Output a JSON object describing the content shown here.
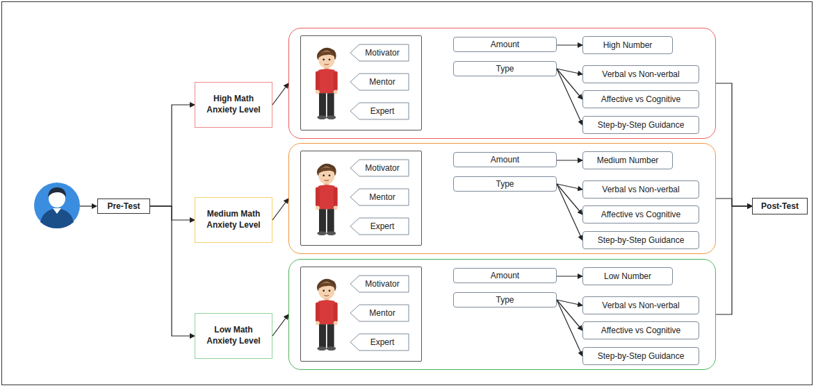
{
  "diagram": {
    "nodes": [
      {
        "text": [
          "Pre-Test"
        ]
      },
      {
        "text": [
          "High Math Anxiety Level"
        ]
      },
      {
        "text": []
      },
      {
        "text": [],
        "in": 2
      },
      {
        "text": [
          "Motivator"
        ],
        "in": 3
      },
      {
        "text": [
          "Mentor"
        ],
        "in": 3
      },
      {
        "text": [
          "Expert"
        ],
        "in": 3
      },
      {
        "text": [
          "Amount"
        ],
        "in": 2
      },
      {
        "text": [
          "High Number"
        ],
        "in": 2
      },
      {
        "text": [
          "Type"
        ],
        "in": 2
      },
      {
        "text": [
          "Verbal vs Non-verbal"
        ],
        "in": 2
      },
      {
        "text": [
          "Affective vs Cognitive"
        ],
        "in": 2
      },
      {
        "text": [
          "Step-by-Step Guidance"
        ],
        "in": 2
      },
      {
        "text": [
          "Medium Math Anxiety Level"
        ]
      },
      {
        "text": []
      },
      {
        "text": [],
        "in": 14
      },
      {
        "text": [
          "Motivator"
        ],
        "in": 15
      },
      {
        "text": [
          "Mentor"
        ],
        "in": 15
      },
      {
        "text": [
          "Expert"
        ],
        "in": 15
      },
      {
        "text": [
          "Amount"
        ],
        "in": 14
      },
      {
        "text": [
          "Medium Number"
        ],
        "in": 14
      },
      {
        "text": [
          "Type"
        ],
        "in": 14
      },
      {
        "text": [
          "Verbal vs Non-verbal"
        ],
        "in": 14
      },
      {
        "text": [
          "Affective vs Cognitive"
        ],
        "in": 14
      },
      {
        "text": [
          "Step-by-Step Guidance"
        ],
        "in": 14
      },
      {
        "text": [
          "Low Math Anxiety Level"
        ]
      },
      {
        "text": []
      },
      {
        "text": [],
        "in": 26
      },
      {
        "text": [
          "Motivator"
        ],
        "in": 27
      },
      {
        "text": [
          "Mentor"
        ],
        "in": 27
      },
      {
        "text": [
          "Expert"
        ],
        "in": 27
      },
      {
        "text": [
          "Amount"
        ],
        "in": 26
      },
      {
        "text": [
          "Low Number"
        ],
        "in": 26
      },
      {
        "text": [
          "Type"
        ],
        "in": 26
      },
      {
        "text": [
          "Verbal vs Non-verbal"
        ],
        "in": 26
      },
      {
        "text": [
          "Affective vs Cognitive"
        ],
        "in": 26
      },
      {
        "text": [
          "Step-by-Step Guidance"
        ],
        "in": 26
      },
      {
        "text": [
          "Post-Test"
        ]
      }
    ],
    "edges": [
      {
        "from": 0,
        "to": 1,
        "arrow": "to"
      },
      {
        "from": 1,
        "to": 2,
        "arrow": "to"
      },
      {
        "from": 7,
        "to": 8,
        "arrow": "to"
      },
      {
        "from": 9,
        "to": 10,
        "arrow": "to"
      },
      {
        "from": 9,
        "to": 11,
        "arrow": "to"
      },
      {
        "from": 9,
        "to": 12,
        "arrow": "to"
      },
      {
        "from": 2,
        "to": 37,
        "arrow": "to"
      },
      {
        "from": 0,
        "to": 13,
        "arrow": "to"
      },
      {
        "from": 13,
        "to": 14,
        "arrow": "to"
      },
      {
        "from": 19,
        "to": 20,
        "arrow": "to"
      },
      {
        "from": 21,
        "to": 22,
        "arrow": "to"
      },
      {
        "from": 21,
        "to": 23,
        "arrow": "to"
      },
      {
        "from": 21,
        "to": 24,
        "arrow": "to"
      },
      {
        "from": 14,
        "to": 37,
        "arrow": "to"
      },
      {
        "from": 0,
        "to": 25,
        "arrow": "to"
      },
      {
        "from": 25,
        "to": 26,
        "arrow": "to"
      },
      {
        "from": 31,
        "to": 32,
        "arrow": "to"
      },
      {
        "from": 33,
        "to": 34,
        "arrow": "to"
      },
      {
        "from": 33,
        "to": 35,
        "arrow": "to"
      },
      {
        "from": 33,
        "to": 36,
        "arrow": "to"
      },
      {
        "from": 26,
        "to": 37,
        "arrow": "to"
      }
    ]
  }
}
